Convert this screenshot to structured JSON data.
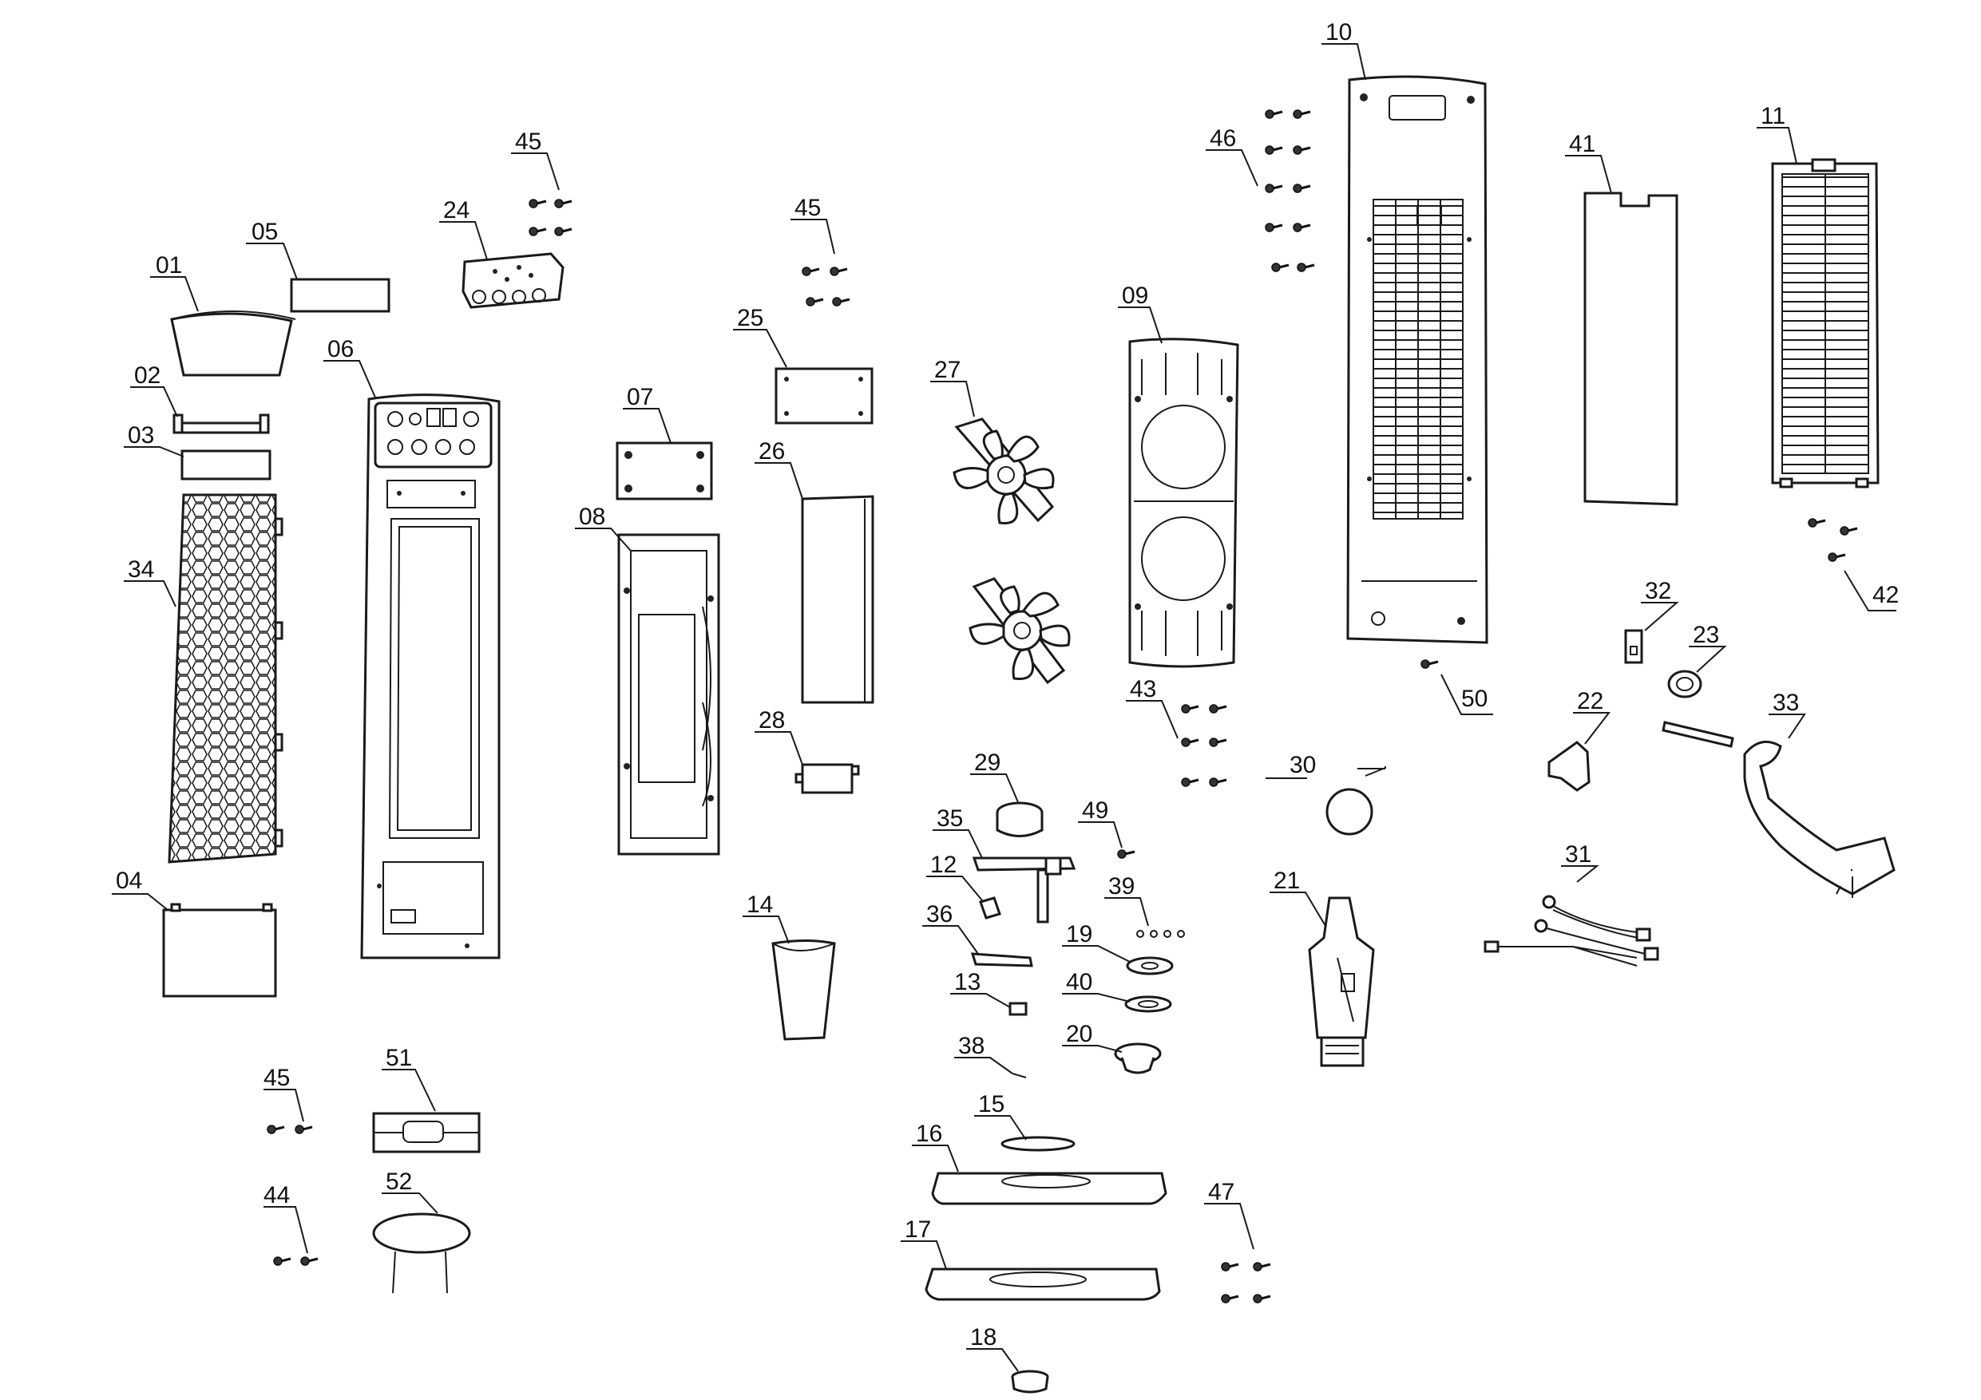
{
  "labels": [
    "01",
    "02",
    "03",
    "04",
    "05",
    "06",
    "07",
    "08",
    "09",
    "10",
    "11",
    "12",
    "13",
    "14",
    "15",
    "16",
    "17",
    "18",
    "19",
    "20",
    "21",
    "22",
    "23",
    "24",
    "25",
    "26",
    "27",
    "28",
    "29",
    "30",
    "31",
    "32",
    "33",
    "34",
    "35",
    "36",
    "38",
    "39",
    "40",
    "41",
    "42",
    "43",
    "44",
    "45",
    "45",
    "45",
    "46",
    "47",
    "49",
    "50",
    "51",
    "52"
  ]
}
